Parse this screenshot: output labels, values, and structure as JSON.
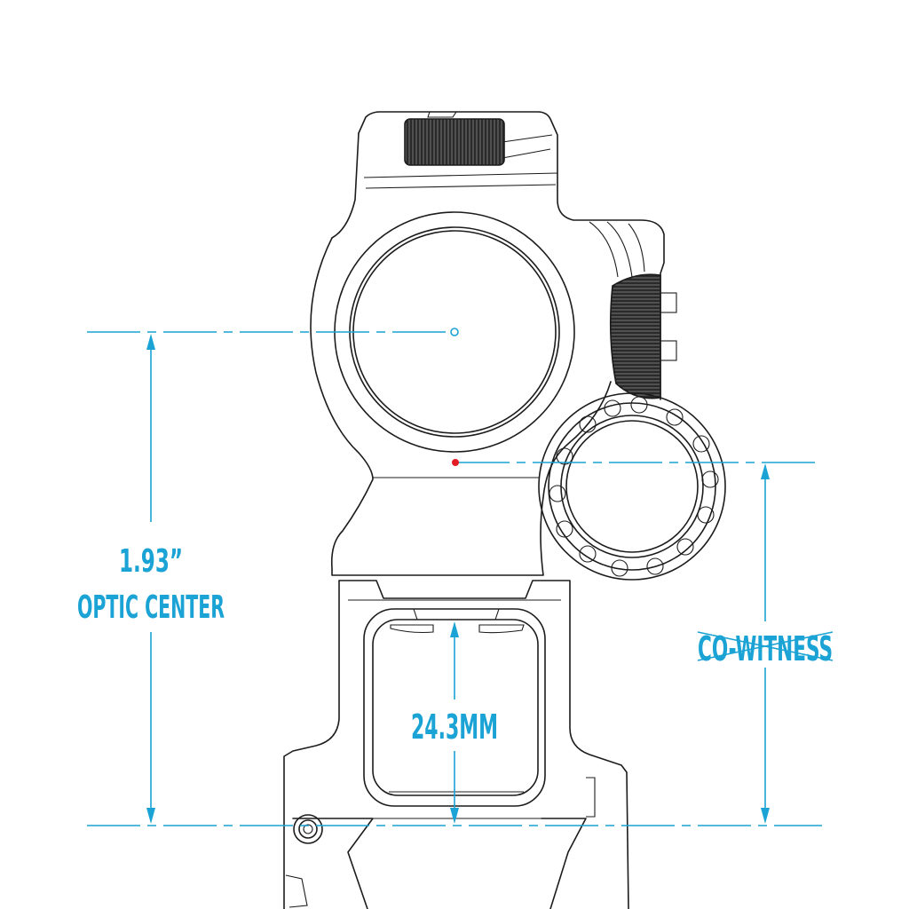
{
  "labels": {
    "height_value": "1.93”",
    "height_caption": "OPTIC CENTER",
    "gap_value": "24.3MM",
    "cowitness": "CO-WITNESS"
  },
  "colors": {
    "dimension": "#1aa3d4",
    "outline": "#1c1c1c",
    "emitter_dot": "#e31b23"
  },
  "icons": {
    "knurled_knob": "turret",
    "cowitness_status": "crossed-out"
  }
}
